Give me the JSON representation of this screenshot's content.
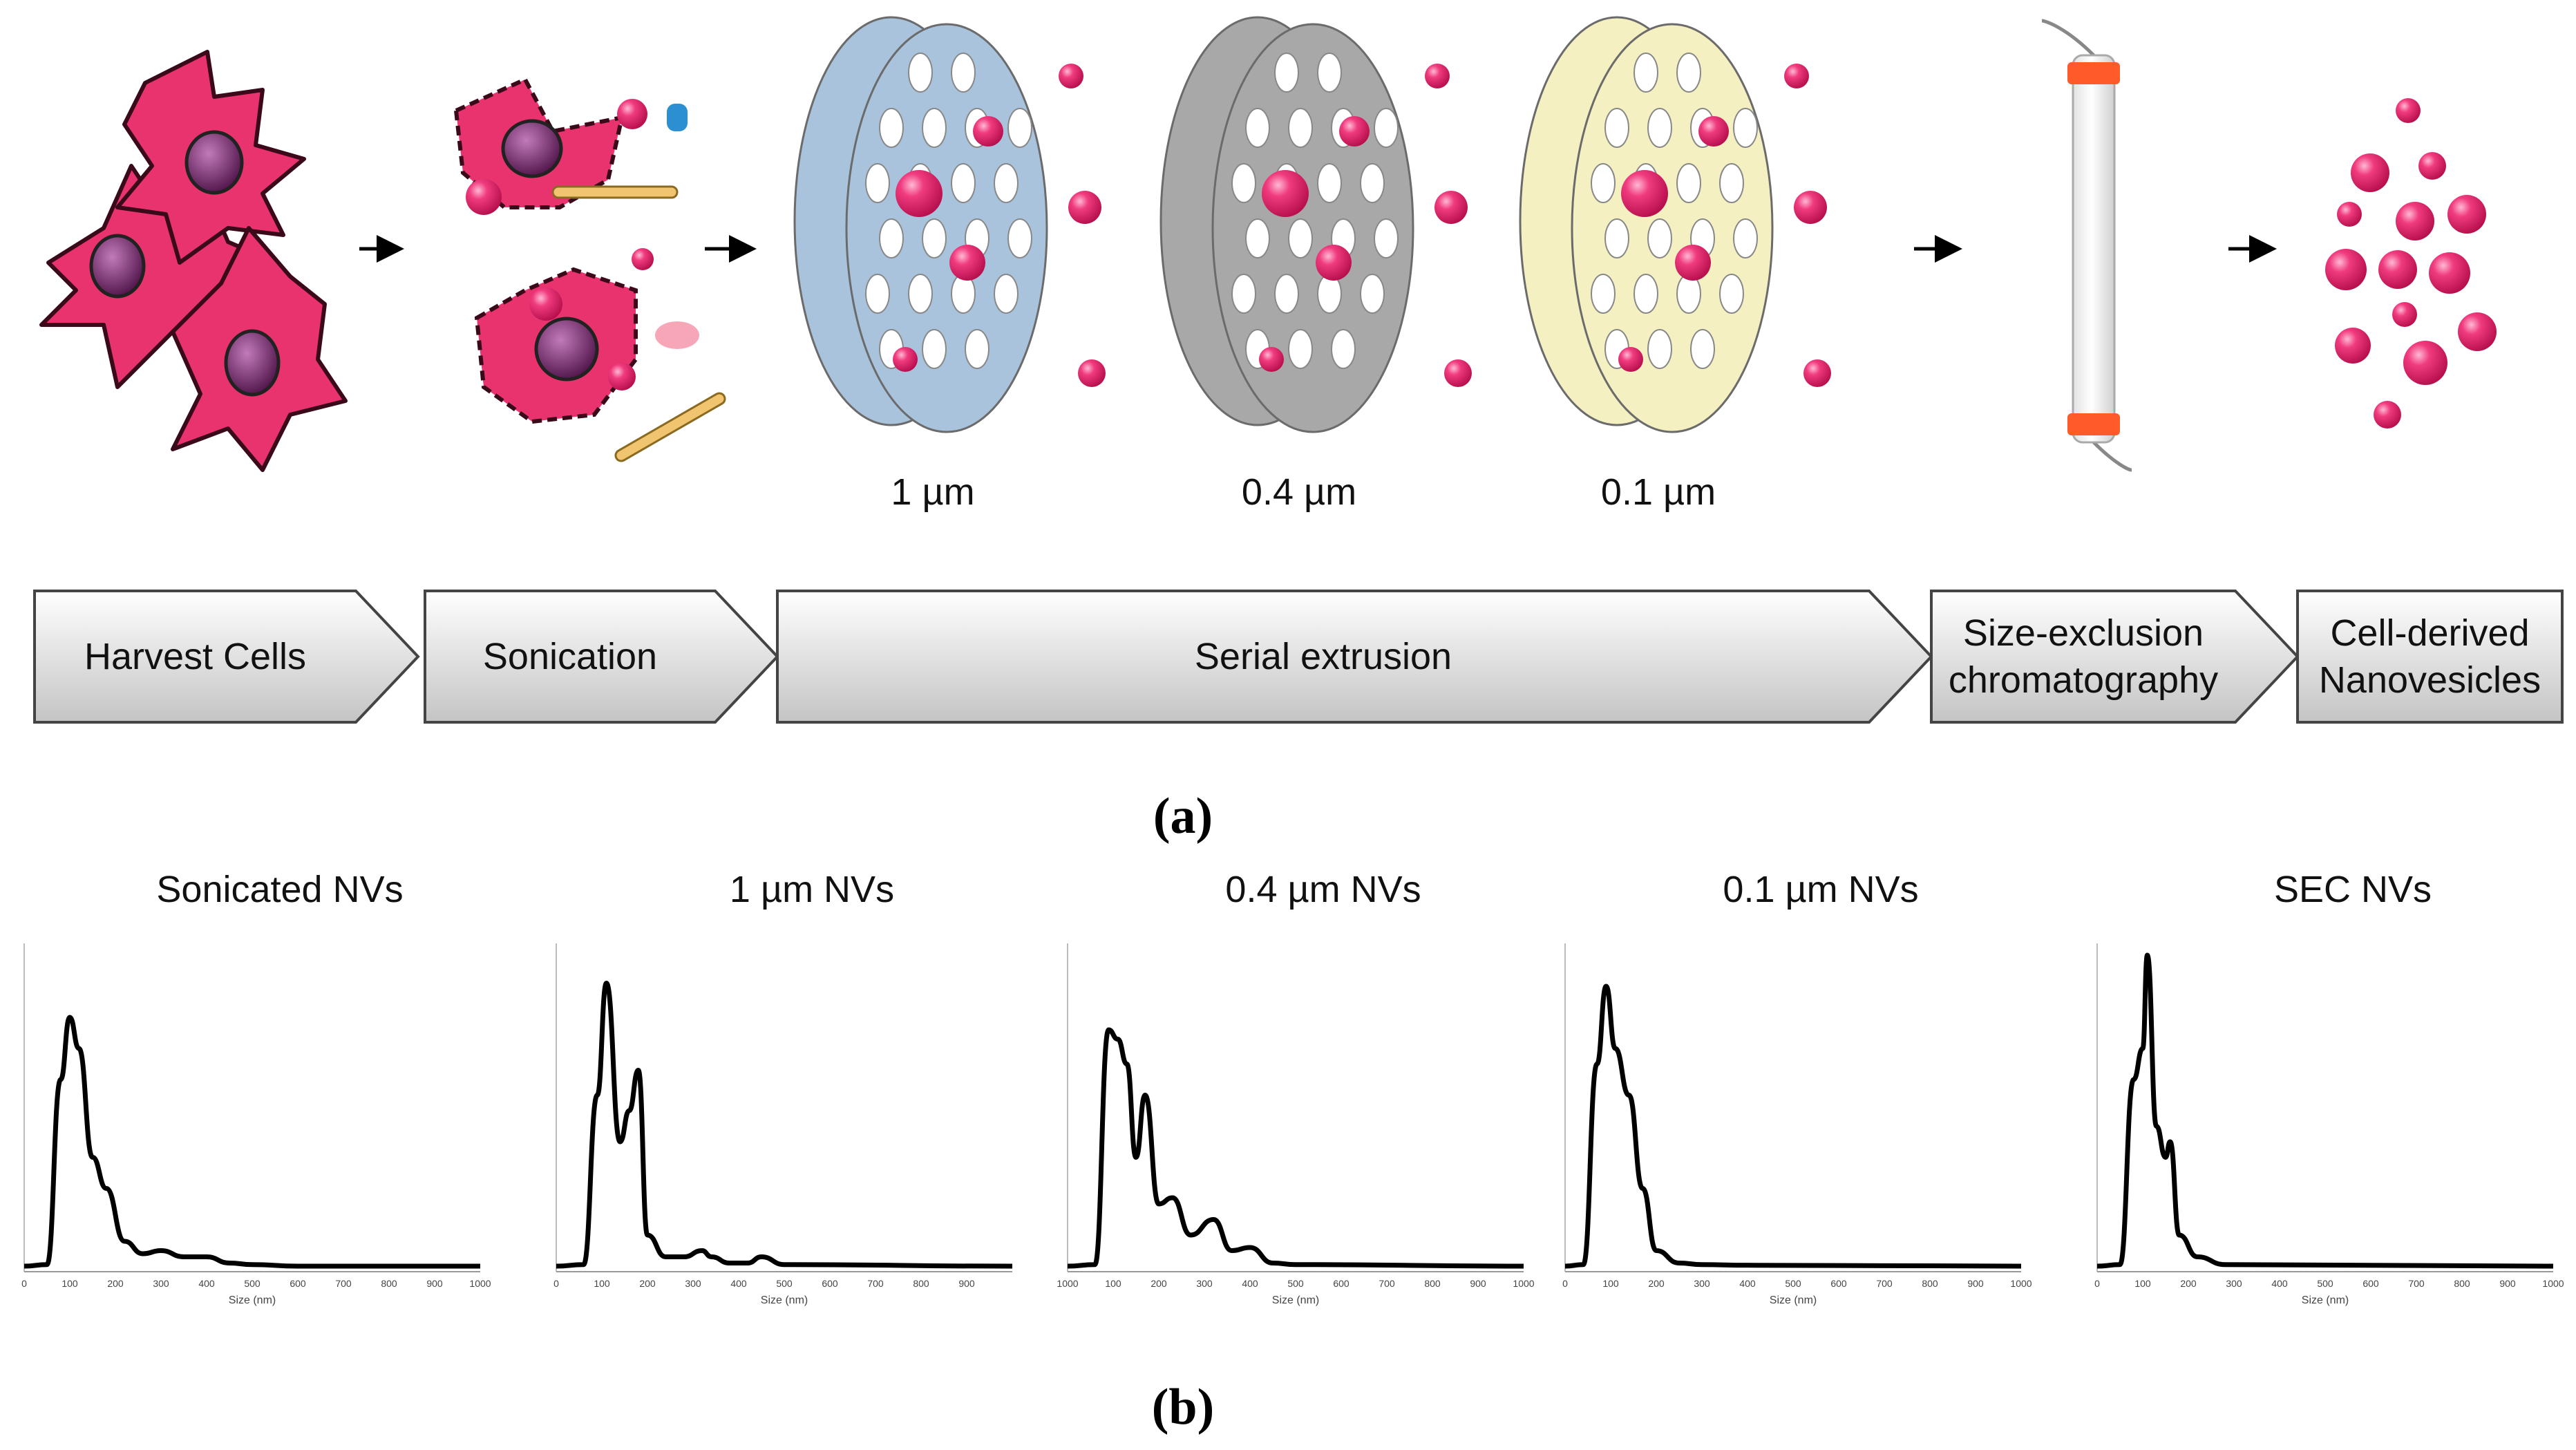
{
  "top_panel": {
    "filter_labels": [
      "1 µm",
      "0.4 µm",
      "0.1 µm"
    ],
    "filter_colors": [
      "#a9c3dd",
      "#a8a8a8",
      "#f5f0c2"
    ],
    "vesicle_color": "#e4226e",
    "cell_color": "#e8336e",
    "column_cap_color": "#ff5a2a",
    "steps": [
      "Harvest Cells",
      "Sonication",
      "Serial extrusion",
      "Size-exclusion\nchromatography",
      "Cell-derived\nNanovesicles"
    ],
    "label": "(a)"
  },
  "bottom_panel": {
    "label": "(b)",
    "chart_data": [
      {
        "type": "line",
        "title": "Sonicated NVs",
        "xlabel": "Size (nm)",
        "ylabel": "",
        "xlim": [
          0,
          1000
        ],
        "x_ticks": [
          "0",
          "100",
          "200",
          "300",
          "400",
          "500",
          "600",
          "700",
          "800",
          "900",
          "1000"
        ],
        "x": [
          0,
          50,
          80,
          100,
          120,
          150,
          180,
          220,
          260,
          300,
          350,
          400,
          450,
          500,
          600,
          1000
        ],
        "y": [
          0,
          0.5,
          60,
          80,
          70,
          35,
          25,
          8,
          4,
          5,
          3,
          3,
          1,
          0.5,
          0,
          0
        ]
      },
      {
        "type": "line",
        "title": "1 µm NVs",
        "xlabel": "Size (nm)",
        "ylabel": "",
        "xlim": [
          0,
          1000
        ],
        "x_ticks": [
          "0",
          "100",
          "200",
          "300",
          "400",
          "500",
          "600",
          "700",
          "800",
          "900"
        ],
        "x": [
          0,
          60,
          90,
          110,
          140,
          160,
          180,
          200,
          240,
          280,
          320,
          340,
          380,
          420,
          450,
          500,
          1000
        ],
        "y": [
          0,
          0.5,
          55,
          91,
          40,
          50,
          63,
          10,
          3,
          3,
          5,
          3,
          1,
          1,
          3,
          0.5,
          0
        ]
      },
      {
        "type": "line",
        "title": "0.4 µm NVs",
        "xlabel": "Size (nm)",
        "ylabel": "",
        "xlim": [
          0,
          1000
        ],
        "x_ticks": [
          "1000",
          "100",
          "200",
          "300",
          "400",
          "500",
          "600",
          "700",
          "800",
          "900",
          "1000"
        ],
        "x": [
          0,
          60,
          90,
          110,
          130,
          150,
          170,
          200,
          230,
          270,
          320,
          360,
          400,
          450,
          500,
          1000
        ],
        "y": [
          0,
          0.5,
          76,
          73,
          65,
          35,
          55,
          20,
          22,
          10,
          15,
          5,
          6,
          1,
          0.5,
          0
        ]
      },
      {
        "type": "line",
        "title": "0.1 µm NVs",
        "xlabel": "Size (nm)",
        "ylabel": "",
        "xlim": [
          0,
          1000
        ],
        "x_ticks": [
          "0",
          "100",
          "200",
          "300",
          "400",
          "500",
          "600",
          "700",
          "800",
          "900",
          "1000"
        ],
        "x": [
          0,
          40,
          70,
          90,
          110,
          140,
          170,
          200,
          250,
          300,
          400,
          1000
        ],
        "y": [
          0,
          0.5,
          65,
          90,
          70,
          55,
          25,
          5,
          1,
          0.5,
          0.3,
          0
        ]
      },
      {
        "type": "line",
        "title": "SEC NVs",
        "xlabel": "Size (nm)",
        "ylabel": "",
        "xlim": [
          0,
          1000
        ],
        "x_ticks": [
          "0",
          "100",
          "200",
          "300",
          "400",
          "500",
          "600",
          "700",
          "800",
          "900",
          "1000"
        ],
        "x": [
          0,
          50,
          80,
          100,
          110,
          130,
          150,
          160,
          180,
          220,
          280,
          1000
        ],
        "y": [
          0,
          0.5,
          60,
          70,
          100,
          45,
          35,
          40,
          10,
          3,
          0.5,
          0
        ]
      }
    ]
  }
}
